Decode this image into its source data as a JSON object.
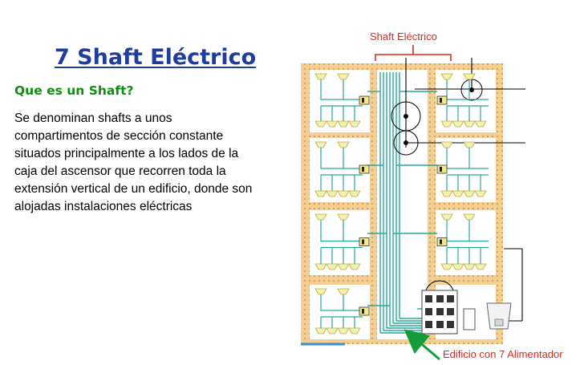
{
  "slide": {
    "title": "7 Shaft Eléctrico",
    "subtitle": "Que es un Shaft?",
    "body_lines": [
      "Se denominan shafts a unos",
      "compartimentos de sección constante",
      "situados principalmente a los lados de la",
      "caja del ascensor que recorren toda la",
      "extensión vertical de un edificio, donde son",
      "alojadas instalaciones eléctricas"
    ]
  },
  "diagram": {
    "label_shaft": "Shaft Eléctrico",
    "label_building": "Edificio con 7 Alimentador",
    "colors": {
      "wall_fill": "#f5ce91",
      "wall_dot": "#b98545",
      "wire": "#2aa89a",
      "label": "#e0261e",
      "arrow": "#129c3a",
      "lamp": "#f6f0a8"
    }
  }
}
